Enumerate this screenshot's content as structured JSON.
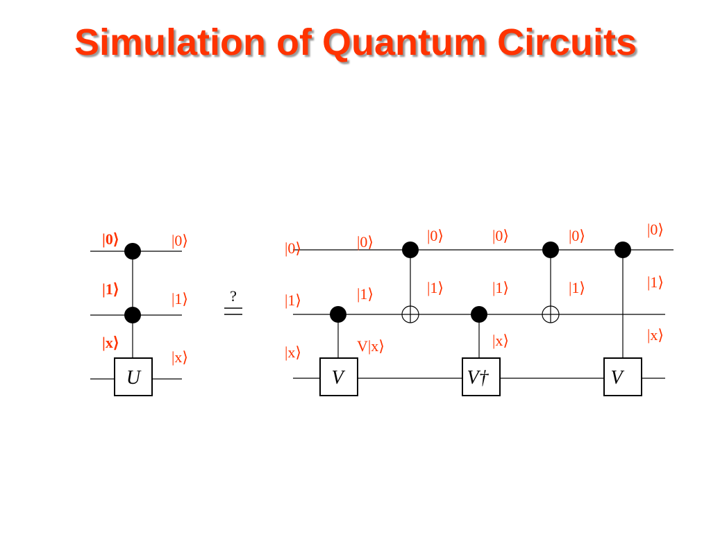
{
  "slide": {
    "title": "Simulation of Quantum Circuits"
  },
  "colors": {
    "title": "#ff3300",
    "labels": "#ff3300",
    "lines": "#000000"
  },
  "left_circuit": {
    "inputs": [
      "|0⟩",
      "|1⟩",
      "|x⟩"
    ],
    "outputs": [
      "|0⟩",
      "|1⟩",
      "|x⟩"
    ],
    "gate": "U"
  },
  "equality": {
    "mark": "?",
    "symbol": "="
  },
  "right_circuit": {
    "inputs": [
      "|0⟩",
      "|1⟩",
      "|x⟩"
    ],
    "stage1": {
      "top": "|0⟩",
      "mid": "|1⟩",
      "bottom": "V|x⟩"
    },
    "stage2": {
      "top": "|0⟩",
      "mid": "|1⟩"
    },
    "stage3": {
      "top": "|0⟩",
      "mid": "|1⟩",
      "bottom": "|x⟩"
    },
    "stage4": {
      "top": "|0⟩",
      "mid": "|1⟩"
    },
    "outputs": {
      "top": "|0⟩",
      "mid": "|1⟩",
      "bottom": "|x⟩"
    },
    "gates": [
      "V",
      "V†",
      "V"
    ]
  }
}
